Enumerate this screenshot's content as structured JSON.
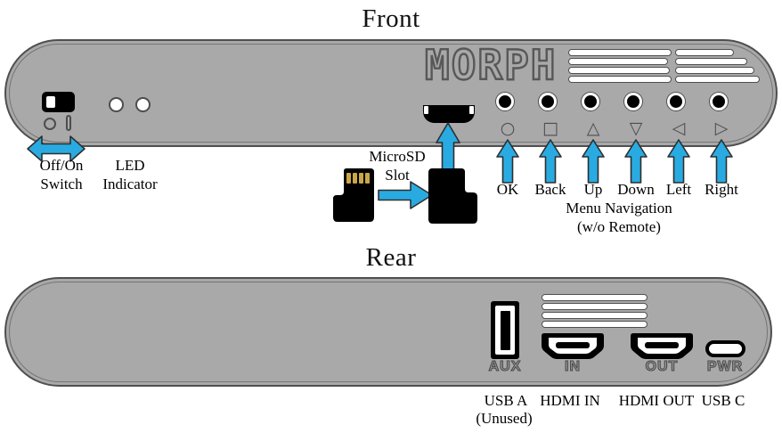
{
  "front": {
    "title": "Front",
    "brand_logo": "MORPH",
    "labels": {
      "switch_line1": "Off/On",
      "switch_line2": "Switch",
      "led_line1": "LED",
      "led_line2": "Indicator",
      "sd_line1": "MicroSD",
      "sd_line2": "Slot",
      "menu_nav_line1": "Menu Navigation",
      "menu_nav_line2": "(w/o Remote)"
    },
    "nav_buttons": [
      {
        "symbol": "○",
        "label": "OK"
      },
      {
        "symbol": "□",
        "label": "Back"
      },
      {
        "symbol": "△",
        "label": "Up"
      },
      {
        "symbol": "▽",
        "label": "Down"
      },
      {
        "symbol": "◁",
        "label": "Left"
      },
      {
        "symbol": "▷",
        "label": "Right"
      }
    ]
  },
  "rear": {
    "title": "Rear",
    "port_engravings": {
      "usb_a": "AUX",
      "hdmi_in": "IN",
      "hdmi_out": "OUT",
      "usb_c": "PWR"
    },
    "port_labels": {
      "usb_a_line1": "USB A",
      "usb_a_line2": "(Unused)",
      "hdmi_in": "HDMI IN",
      "hdmi_out": "HDMI OUT",
      "usb_c": "USB C"
    }
  },
  "colors": {
    "body_gray": "#a9a9a9",
    "outline_dark": "#4d4d4d",
    "arrow_blue": "#29abe2",
    "sd_contact_gold": "#c9a648"
  }
}
